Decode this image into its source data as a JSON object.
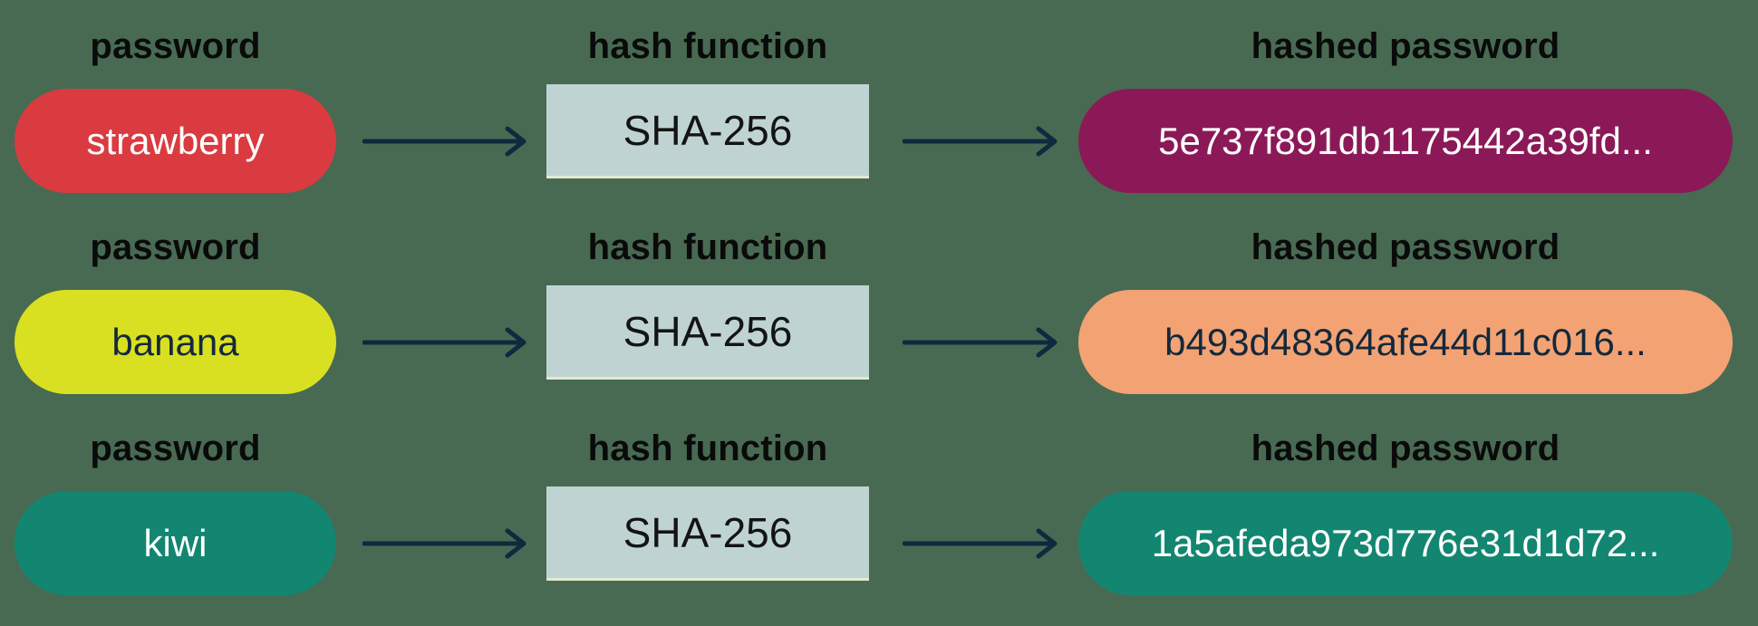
{
  "title": "password hashing diagram",
  "colors": {
    "background": "#486a52",
    "arrow": "#0e2a3e",
    "label_text": "#0a0a0a",
    "hash_box_bg": "#bfd4d2",
    "hash_box_border": "#e3ead2",
    "hash_box_text": "#141414"
  },
  "rows": [
    {
      "password_label": "password",
      "password": "strawberry",
      "password_bg": "#d93b40",
      "password_fg": "#ffffff",
      "hash_label": "hash function",
      "hash_function": "SHA-256",
      "hashed_label": "hashed password",
      "hashed_password": "5e737f891db1175442a39fd...",
      "hashed_bg": "#8b1958",
      "hashed_fg": "#ffffff"
    },
    {
      "password_label": "password",
      "password": "banana",
      "password_bg": "#d9e021",
      "password_fg": "#13293c",
      "hash_label": "hash function",
      "hash_function": "SHA-256",
      "hashed_label": "hashed password",
      "hashed_password": "b493d48364afe44d11c016...",
      "hashed_bg": "#f3a274",
      "hashed_fg": "#13293c"
    },
    {
      "password_label": "password",
      "password": "kiwi",
      "password_bg": "#128670",
      "password_fg": "#ffffff",
      "hash_label": "hash function",
      "hash_function": "SHA-256",
      "hashed_label": "hashed password",
      "hashed_password": "1a5afeda973d776e31d1d72...",
      "hashed_bg": "#128670",
      "hashed_fg": "#ffffff"
    }
  ]
}
